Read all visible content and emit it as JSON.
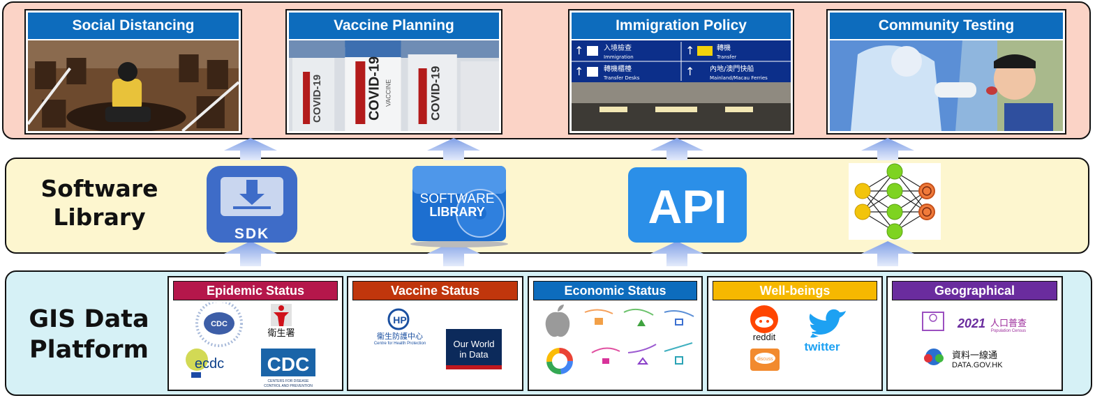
{
  "applications": [
    {
      "title": "Social Distancing"
    },
    {
      "title": "Vaccine Planning"
    },
    {
      "title": "Immigration Policy"
    },
    {
      "title": "Community Testing"
    }
  ],
  "vaccine_image": {
    "label_1": "COVID-19",
    "label_2": "COVID-19",
    "label_3": "COVID-19",
    "sub": "VACCINE"
  },
  "immigration_sign": {
    "row1_left_zh": "入境檢查",
    "row1_left_en": "Immigration",
    "row1_right_zh": "轉機",
    "row1_right_en": "Transfer",
    "row2_left_zh": "轉機櫃檯",
    "row2_left_en": "Transfer Desks",
    "row2_right_zh": "內地/澳門快船",
    "row2_right_en": "Mainland/Macau Ferries"
  },
  "software_layer": {
    "label_line1": "Software",
    "label_line2": "Library",
    "sdk_text": "SDK",
    "library_line1": "SOFTWARE",
    "library_line2": "LIBRARY",
    "api_text": "API"
  },
  "data_layer": {
    "label_line1": "GIS Data",
    "label_line2": "Platform"
  },
  "sources": [
    {
      "title": "Epidemic Status",
      "color": "#b5174b"
    },
    {
      "title": "Vaccine Status",
      "color": "#c0360c"
    },
    {
      "title": "Economic  Status",
      "color": "#0d6cbd"
    },
    {
      "title": "Well-beings",
      "color": "#f6b800"
    },
    {
      "title": "Geographical",
      "color": "#6a2c9e"
    }
  ],
  "epidemic_logos": {
    "dh_text": "衛生署",
    "cdc_text": "CDC",
    "cdc_sub1": "CENTERS FOR DISEASE",
    "cdc_sub2": "CONTROL AND PREVENTION",
    "ecdc_text": "ecdc",
    "cdc_circle_text": "CDC"
  },
  "vaccine_logos": {
    "chp_mark": "HP",
    "chp_zh": "衞生防護中心",
    "chp_en": "Centre for Health Protection",
    "owid_line1": "Our World",
    "owid_line2": "in Data"
  },
  "wellbeing_logos": {
    "reddit": "reddit",
    "twitter": "twitter",
    "discuss": "discuss"
  },
  "geo_logos": {
    "census_year": "2021",
    "census_zh": "人口普查",
    "census_en": "Population Census",
    "datagov_zh": "資料一線通",
    "datagov_en": "DATA.GOV.HK"
  },
  "colors": {
    "top_band": "#fbd3c6",
    "middle_band": "#fdf6cf",
    "bottom_band": "#d6f1f6",
    "header_blue": "#0d6cbd",
    "arrow": "#9ab4ea"
  }
}
